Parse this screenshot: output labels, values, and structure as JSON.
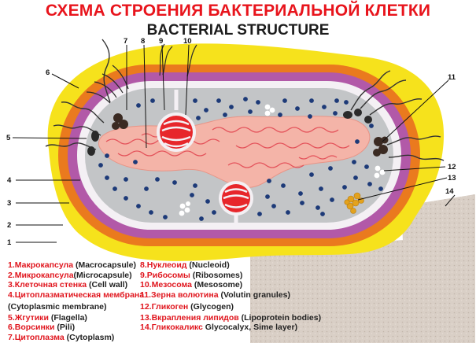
{
  "title_ru": "СХЕМА СТРОЕНИЯ БАКТЕРИАЛЬНОЙ КЛЕТКИ",
  "title_en": "BACTERIAL STRUCTURE",
  "callouts": [
    "1",
    "2",
    "3",
    "4",
    "5",
    "6",
    "7",
    "8",
    "9",
    "10",
    "11",
    "12",
    "13",
    "14"
  ],
  "legend_left": [
    {
      "ru": "1.Макрокапсула",
      "en": " (Macrocapsule)"
    },
    {
      "ru": "2.Микрокапсула",
      "en": "(Microcapsule)"
    },
    {
      "ru": "3.Клеточная стенка",
      "en": " (Cell wall)"
    },
    {
      "ru": "4.Цитоплазматическая мембрана",
      "en": ""
    },
    {
      "ru": "",
      "en": "(Cytoplasmic membrane)"
    },
    {
      "ru": "5.Жгутики",
      "en": "  (Flagella)"
    },
    {
      "ru": "6.Ворсинки",
      "en": " (Pili)"
    },
    {
      "ru": "7.Цитоплазма",
      "en": " (Cytoplasm)"
    }
  ],
  "legend_right": [
    {
      "ru": "8.Нуклеоид",
      "en": "  (Nucleoid)"
    },
    {
      "ru": "9.Рибосомы",
      "en": " (Ribosomes)"
    },
    {
      "ru": "10.Мезосома",
      "en": " (Mesosome)"
    },
    {
      "ru": "11.Зерна волютина",
      "en": " (Volutin granules)"
    },
    {
      "ru": "12.Гликоген",
      "en": " (Glycogen)"
    },
    {
      "ru": "13.Вкрапления липидов",
      "en": " (Lipoprotein bodies)"
    },
    {
      "ru": "14.Гликокаликс",
      "en": " Glycocalyx, Sime layer)"
    }
  ],
  "colors": {
    "macrocapsule": "#f6e21c",
    "microcapsule": "#ea7a1e",
    "cell_wall": "#b259a8",
    "membrane": "#f4f0f4",
    "cytoplasm": "#c3c5c7",
    "nucleoid": "#f4b4a8",
    "ribosome": "#1d3a78",
    "volutin": "#3a2a22",
    "lipid": "#e3a21d",
    "glycocalyx": "#d6cbc2",
    "title_ru": "#e8141c"
  }
}
